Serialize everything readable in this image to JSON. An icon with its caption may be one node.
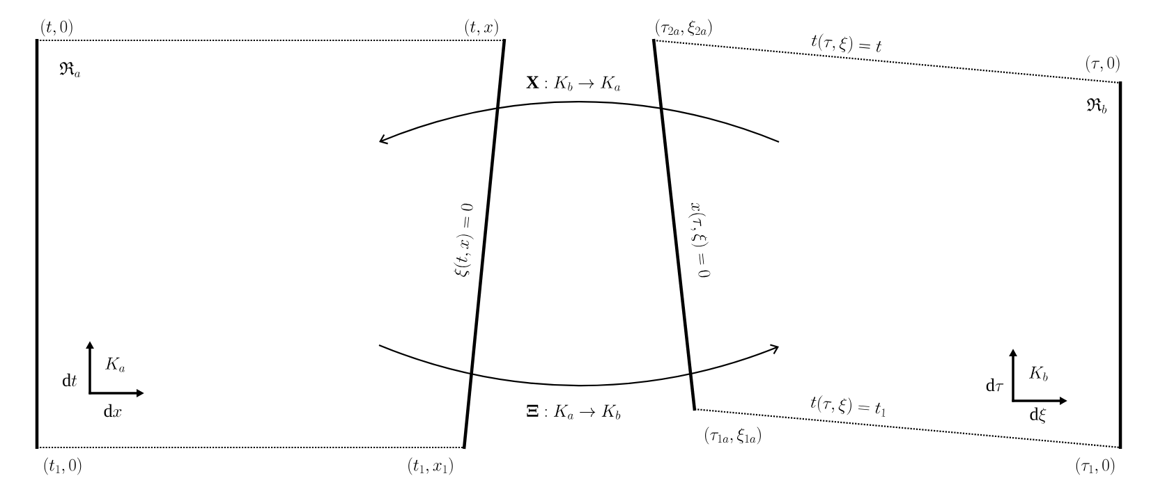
{
  "diagram": {
    "labels": [
      "(t,0)",
      "(t,x)",
      "(\\tau_{2a},\\xi_{2a})",
      "t(\\tau,\\xi)=t",
      "\\mathfrak{R}_a",
      "(\\tau,0)",
      "\\mathfrak{R}_b",
      "\\mathbf{X}:K_b\\to K_a",
      "\\xi(t,x)=0",
      "x(\\tau,\\xi)=0",
      "\\mathrm{d}t",
      "K_a",
      "\\mathrm{d}x",
      "\\boldsymbol{\\Xi}:K_a\\to K_b",
      "\\mathrm{d}\\tau",
      "K_b",
      "\\mathrm{d}\\xi",
      "t(\\tau,\\xi)=t_1",
      "(\\tau_{1a},\\xi_{1a})",
      "(t_1,0)",
      "(t_1,x_1)",
      "(\\tau_1,0)"
    ]
  }
}
